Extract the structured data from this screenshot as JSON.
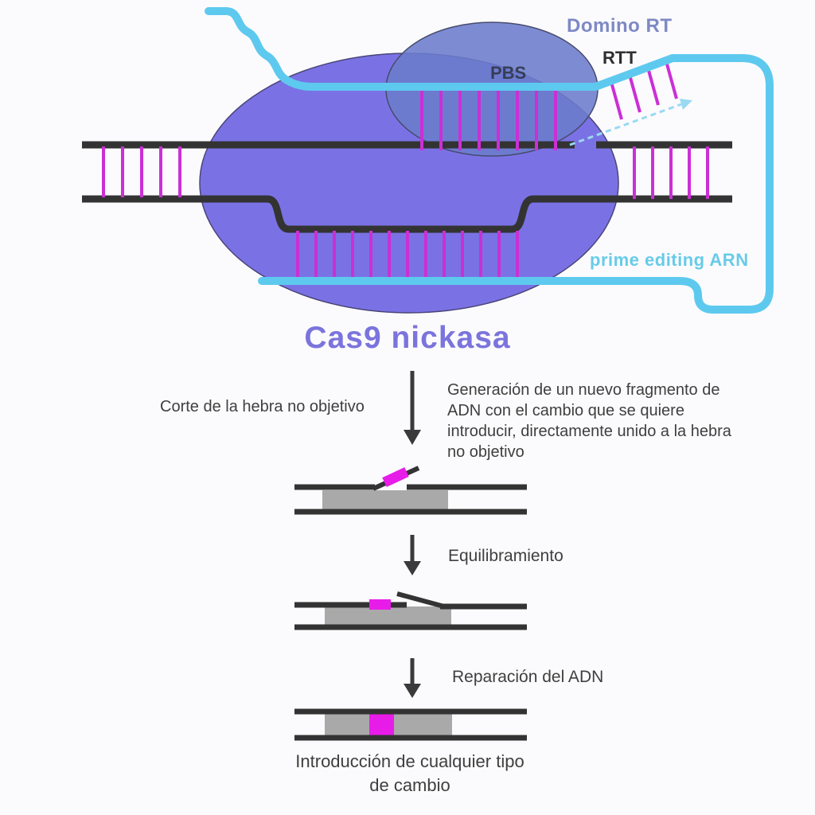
{
  "diagram_title": "Cas9 nickasa",
  "top_labels": {
    "domino_rt": "Domino RT",
    "rtt": "RTT",
    "pbs": "PBS",
    "prime_editing_arn": "prime editing ARN"
  },
  "flow": {
    "step1": {
      "left_label": "Corte de la hebra no objetivo",
      "right_lines": [
        "Generación de un nuevo fragmento de",
        "ADN con el cambio que se quiere",
        "introducir, directamente unido a la hebra",
        "no objetivo"
      ]
    },
    "step2_label": "Equilibramiento",
    "step3_label": "Reparación del ADN",
    "caption_lines": [
      "Introducción de cualquier tipo",
      "de cambio"
    ]
  },
  "colors": {
    "cas9_body": "#7a72e4",
    "rt_domain": "#6b7ccc",
    "rna": "#5ec9ef",
    "rna_dashed_arrow": "#9ad9f2",
    "dna_strand": "#333333",
    "base_pairs": "#cb2fd6",
    "edit_highlight": "#e81ce8",
    "dna_region_gray": "#a9a9a9",
    "title_text": "#7b74dd",
    "domino_label_text": "#7e89c4",
    "pbs_label_text": "#363e57",
    "arn_label_text": "#68cbe9",
    "body_text": "#3f3f3f"
  }
}
